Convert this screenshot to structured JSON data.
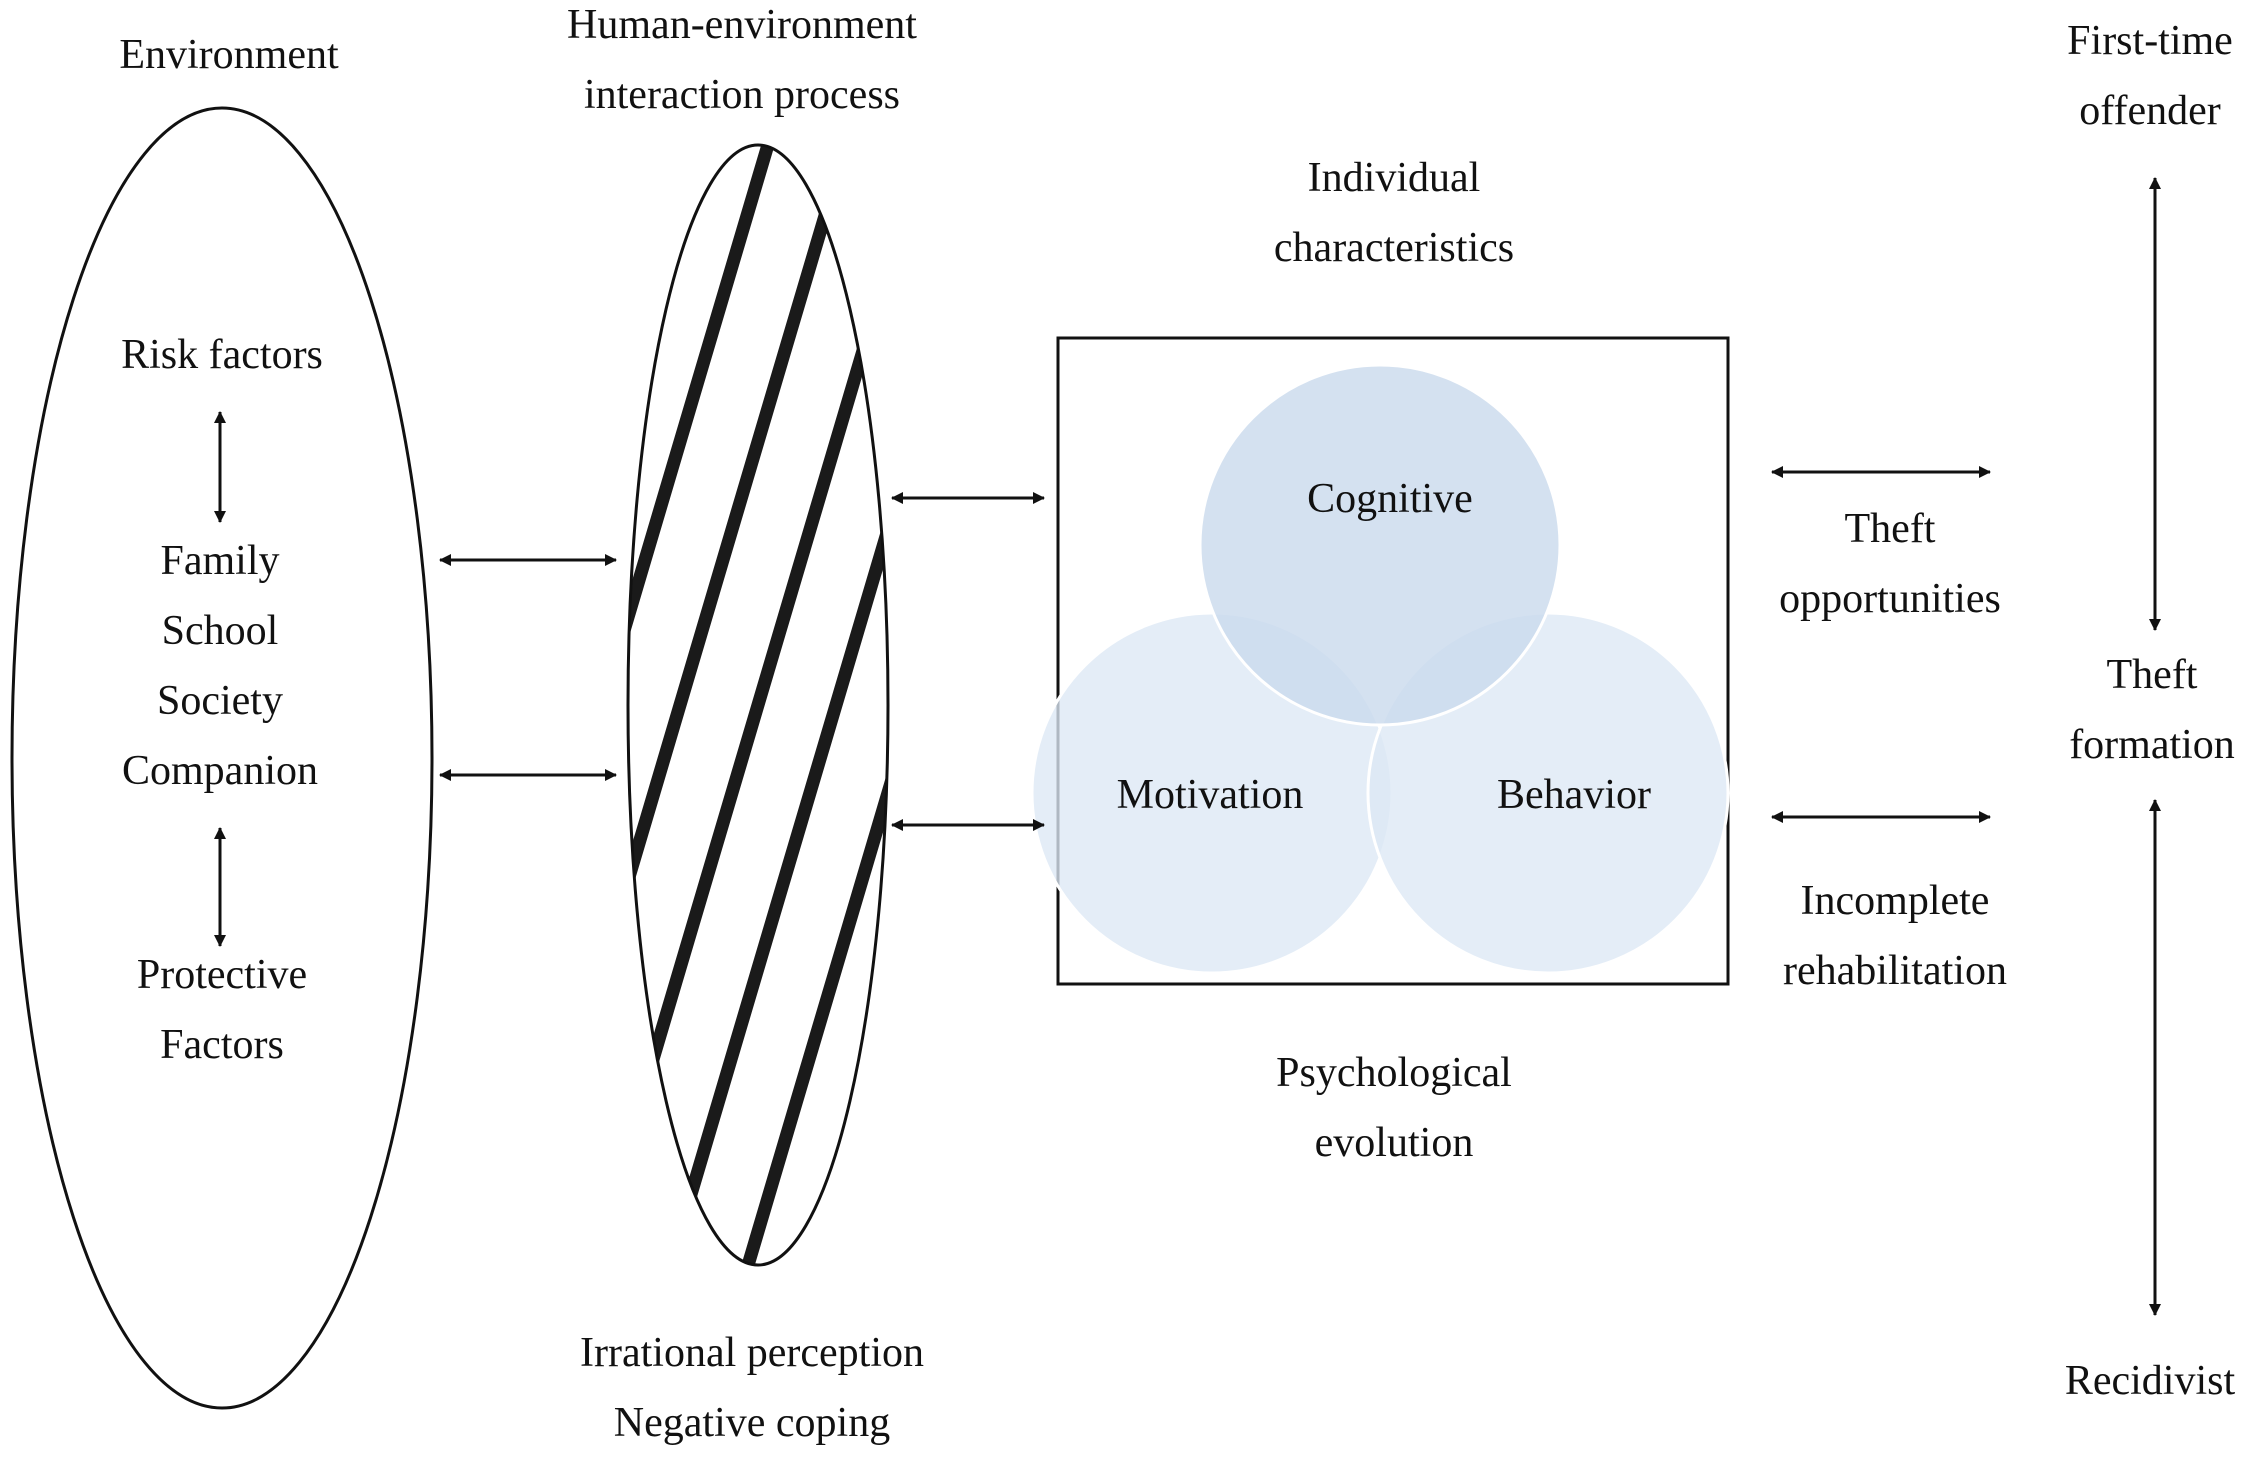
{
  "environment": {
    "title": "Environment",
    "risk_label": "Risk factors",
    "items": [
      "Family",
      "School",
      "Society",
      "Companion"
    ],
    "protective_lines": [
      "Protective",
      "Factors"
    ]
  },
  "interaction": {
    "title_lines": [
      "Human-environment",
      "interaction process"
    ],
    "bottom_lines": [
      "Irrational perception",
      "Negative coping"
    ]
  },
  "individual": {
    "title_lines": [
      "Individual",
      "characteristics"
    ],
    "circles": {
      "cognitive": "Cognitive",
      "motivation": "Motivation",
      "behavior": "Behavior"
    },
    "bottom_lines": [
      "Psychological",
      "evolution"
    ]
  },
  "links": {
    "theft_opportunities_lines": [
      "Theft",
      "opportunities"
    ],
    "incomplete_rehab_lines": [
      "Incomplete",
      "rehabilitation"
    ]
  },
  "outcome": {
    "first_time_lines": [
      "First-time",
      "offender"
    ],
    "theft_formation_lines": [
      "Theft",
      "formation"
    ],
    "recidivist": "Recidivist"
  },
  "colors": {
    "stroke": "#111111",
    "hatch": "#1a1a1a",
    "circle_fill": "#dde8f5",
    "circle_top_fill": "#c9d9ec",
    "circle_stroke": "#ffffff"
  }
}
